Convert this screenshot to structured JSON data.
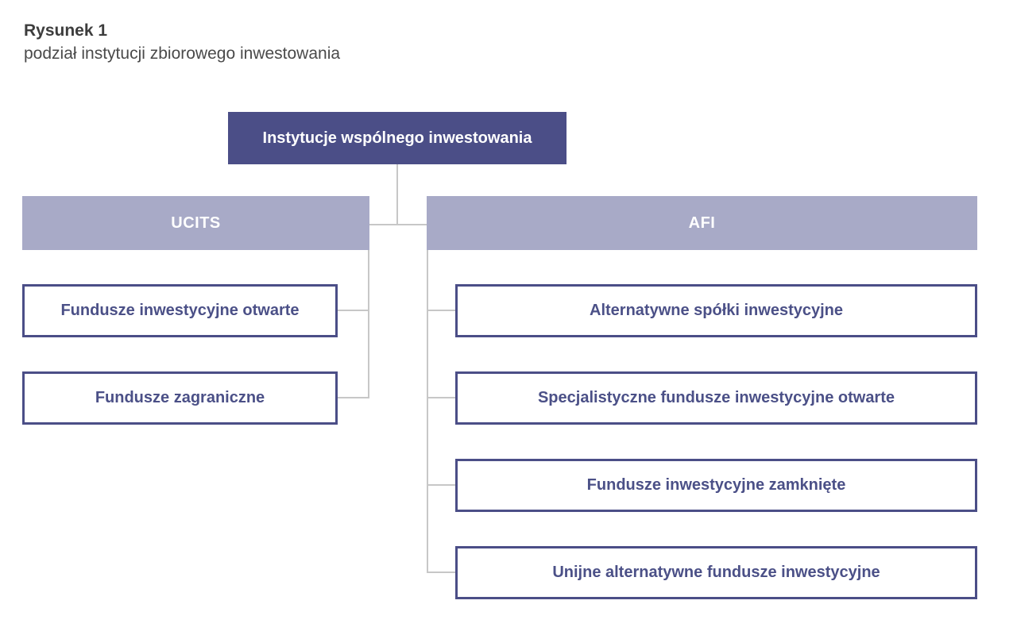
{
  "figure": {
    "label": "Rysunek 1",
    "caption": "podział instytucji zbiorowego inwestowania"
  },
  "colors": {
    "root_box_bg": "#4b4e87",
    "branch_header_bg": "#a8aac7",
    "leaf_border": "#4b4e87",
    "leaf_text": "#4b5087",
    "node_text_on_fill": "#ffffff",
    "connector_line": "#c7c7c7",
    "figure_label_text": "#3d3d3d",
    "figure_caption_text": "#4a4a4a",
    "background": "#ffffff"
  },
  "diagram": {
    "root": {
      "label": "Instytucje wspólnego inwestowania"
    },
    "branches": [
      {
        "label": "UCITS",
        "children": [
          {
            "label": "Fundusze inwestycyjne otwarte"
          },
          {
            "label": "Fundusze zagraniczne"
          }
        ]
      },
      {
        "label": "AFI",
        "children": [
          {
            "label": "Alternatywne spółki inwestycyjne"
          },
          {
            "label": "Specjalistyczne fundusze inwestycyjne otwarte"
          },
          {
            "label": "Fundusze inwestycyjne zamknięte"
          },
          {
            "label": "Unijne alternatywne fundusze inwestycyjne"
          }
        ]
      }
    ]
  }
}
